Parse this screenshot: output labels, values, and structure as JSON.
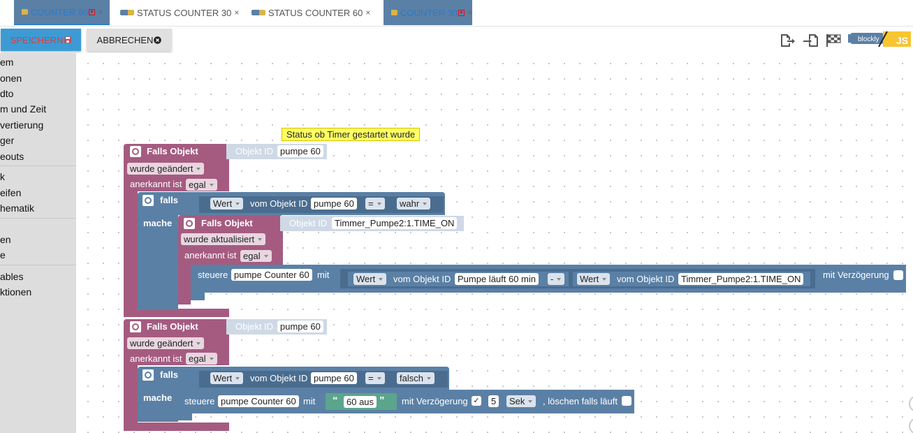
{
  "tabs": [
    {
      "label": "COUNTER 60",
      "active": true,
      "blue": true
    },
    {
      "label": "STATUS COUNTER 30",
      "active": false,
      "blue": false
    },
    {
      "label": "STATUS COUNTER 60",
      "active": false,
      "blue": false
    },
    {
      "label": "COUNTER 30",
      "active": false,
      "blue": true
    }
  ],
  "tab_close": "×",
  "toolbar": {
    "save": "SPEICHERN",
    "cancel": "ABBRECHEN",
    "blockly": "blockly",
    "js": "JS"
  },
  "sidebar": [
    "em",
    "onen",
    "dto",
    "m und Zeit",
    "vertierung",
    "ger",
    "eouts",
    "k",
    "eifen",
    "hematik",
    "en",
    "e",
    "ables",
    "ktionen"
  ],
  "comment": "Status ob Timer gestartet wurde",
  "block1": {
    "falls_objekt": "Falls Objekt",
    "objekt_id": "Objekt ID",
    "id": "pumpe 60",
    "wurde": "wurde geändert",
    "anerkannt": "anerkannt ist",
    "egal": "egal",
    "falls": "falls",
    "wert": "Wert",
    "vom": "vom Objekt ID",
    "id2": "pumpe 60",
    "eq": "=",
    "wahr": "wahr",
    "mache": "mache",
    "inner": {
      "falls_objekt": "Falls Objekt",
      "objekt_id": "Objekt ID",
      "id": "Timmer_Pumpe2:1.TIME_ON",
      "wurde": "wurde aktualisiert",
      "anerkannt": "anerkannt ist",
      "egal": "egal"
    },
    "steuere": "steuere",
    "target": "pumpe Counter 60",
    "mit": "mit",
    "wert_a": "Wert",
    "vom_a": "vom Objekt ID",
    "id_a": "Pumpe läuft 60 min",
    "minus": "-",
    "wert_b": "Wert",
    "vom_b": "vom Objekt ID",
    "id_b": "Timmer_Pumpe2:1.TIME_ON",
    "delay": "mit Verzögerung"
  },
  "block2": {
    "falls_objekt": "Falls Objekt",
    "objekt_id": "Objekt ID",
    "id": "pumpe 60",
    "wurde": "wurde geändert",
    "anerkannt": "anerkannt ist",
    "egal": "egal",
    "falls": "falls",
    "wert": "Wert",
    "vom": "vom Objekt ID",
    "id2": "pumpe 60",
    "eq": "=",
    "falsch": "falsch",
    "mache": "mache",
    "steuere": "steuere",
    "target": "pumpe Counter 60",
    "mit": "mit",
    "text": "60 aus",
    "delay": "mit Verzögerung",
    "check": "✓",
    "num": "5",
    "unit": "Sek",
    "clear": ", löschen falls läuft"
  }
}
